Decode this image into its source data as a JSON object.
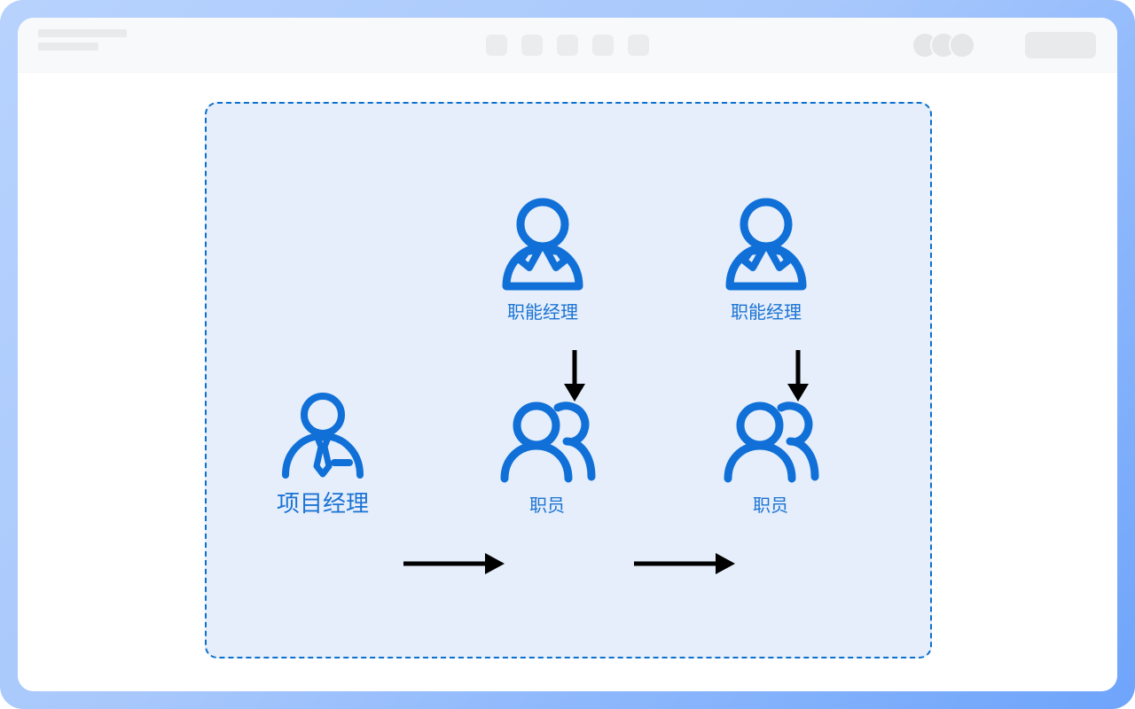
{
  "window": {
    "toolbar": {
      "left_placeholders": [
        "placeholder-bar-long",
        "placeholder-bar-short"
      ],
      "center_placeholders": [
        "tool-1",
        "tool-2",
        "tool-3",
        "tool-4",
        "tool-5"
      ],
      "avatars": [
        "avatar-1",
        "avatar-2",
        "avatar-3"
      ],
      "action_button_label": ""
    }
  },
  "diagram": {
    "type": "org-flow",
    "panel_background": "#e5eefa",
    "panel_border_color": "#0b6fd0",
    "accent_color": "#1a73d4",
    "arrow_color": "#000000",
    "nodes": [
      {
        "id": "fm-1",
        "label": "职能经理",
        "icon": "manager-person-icon",
        "role": "functional-manager"
      },
      {
        "id": "fm-2",
        "label": "职能经理",
        "icon": "manager-person-icon",
        "role": "functional-manager"
      },
      {
        "id": "pm",
        "label": "项目经理",
        "icon": "project-manager-tie-icon",
        "role": "project-manager"
      },
      {
        "id": "staff-1",
        "label": "职员",
        "icon": "team-people-icon",
        "role": "staff"
      },
      {
        "id": "staff-2",
        "label": "职员",
        "icon": "team-people-icon",
        "role": "staff"
      }
    ],
    "edges": [
      {
        "id": "fm1-staff1",
        "from": "fm-1",
        "to": "staff-1",
        "direction": "down"
      },
      {
        "id": "fm2-staff2",
        "from": "fm-2",
        "to": "staff-2",
        "direction": "down"
      },
      {
        "id": "pm-staff1",
        "from": "pm",
        "to": "staff-1",
        "direction": "right"
      },
      {
        "id": "staff1-staff2",
        "from": "staff-1",
        "to": "staff-2",
        "direction": "right"
      }
    ]
  }
}
